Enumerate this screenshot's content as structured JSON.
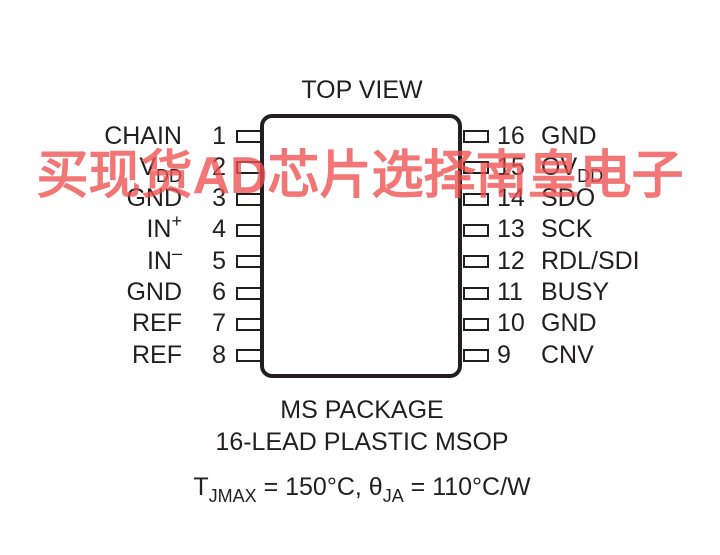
{
  "title": "TOP VIEW",
  "package": {
    "line1": "MS PACKAGE",
    "line2": "16-LEAD PLASTIC MSOP"
  },
  "thermal": {
    "t_sym": "T",
    "t_sub": "JMAX",
    "t_val": " = 150°C, θ",
    "theta_sub": "JA",
    "theta_val": " = 110°C/W"
  },
  "pins_left": [
    {
      "num": "1",
      "name": "CHAIN"
    },
    {
      "num": "2",
      "name": "V",
      "sub": "DD"
    },
    {
      "num": "3",
      "name": "GND"
    },
    {
      "num": "4",
      "name": "IN",
      "sup": "+"
    },
    {
      "num": "5",
      "name": "IN",
      "sup": "–"
    },
    {
      "num": "6",
      "name": "GND"
    },
    {
      "num": "7",
      "name": "REF"
    },
    {
      "num": "8",
      "name": "REF"
    }
  ],
  "pins_right": [
    {
      "num": "16",
      "name": "GND"
    },
    {
      "num": "15",
      "name": "OV",
      "sub": "DD"
    },
    {
      "num": "14",
      "name": "SDO"
    },
    {
      "num": "13",
      "name": "SCK"
    },
    {
      "num": "12",
      "name": "RDL/SDI"
    },
    {
      "num": "11",
      "name": "BUSY"
    },
    {
      "num": "10",
      "name": "GND"
    },
    {
      "num": "9",
      "name": "CNV"
    }
  ],
  "watermark": "买现货AD芯片选择南皇电子",
  "colors": {
    "line": "#231f20",
    "watermark": "#f05050"
  }
}
